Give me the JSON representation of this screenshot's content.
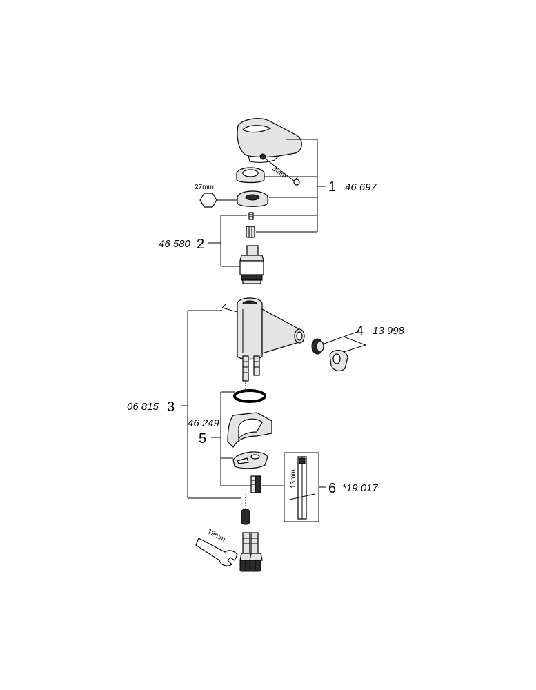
{
  "callouts": {
    "c1": {
      "number": "1",
      "code": "46 697"
    },
    "c2": {
      "number": "2",
      "code": "46 580"
    },
    "c3": {
      "number": "3",
      "code": "06 815"
    },
    "c4": {
      "number": "4",
      "code": "13 998"
    },
    "c5": {
      "number": "5",
      "code": "46 249"
    },
    "c6": {
      "number": "6",
      "code": "*19 017"
    }
  },
  "tool_labels": {
    "hex_27": "27mm",
    "hex_key": "3mm",
    "wrench": "19mm",
    "socket": "13mm"
  }
}
